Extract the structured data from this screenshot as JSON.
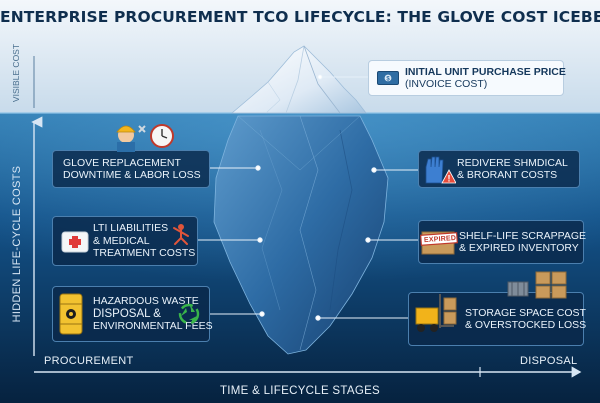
{
  "title": "ENTERPRISE PROCUREMENT TCO LIFECYCLE: THE GLOVE COST ICEBERG",
  "labels": {
    "visible_cost": "VISIBLE COST",
    "hidden_costs": "HIDDEN LIFE-CYCLE COSTS",
    "procurement": "PROCUREMENT",
    "disposal": "DISPOSAL",
    "time_axis": "TIME & LIFECYCLE STAGES"
  },
  "tip": {
    "line1": "INITIAL UNIT PURCHASE PRICE",
    "line2": "(INVOICE COST)"
  },
  "costs": {
    "glove_replacement": [
      "GLOVE REPLACEMENT",
      "DOWNTIME & LABOR LOSS"
    ],
    "redivere": [
      "REDIVERE SHMDICAL",
      "& BRORANT COSTS"
    ],
    "lti": [
      "LTI LIABILITIES",
      "& MEDICAL",
      "TREATMENT COSTS"
    ],
    "shelf_life": [
      "SHELF-LIFE SCRAPPAGE",
      "& EXPIRED INVENTORY"
    ],
    "hazardous": [
      "HAZARDOUS WASTE",
      "DISPOSAL &",
      "ENVIRONMENTAL FEES"
    ],
    "storage": [
      "STORAGE SPACE COST",
      "& OVERSTOCKED LOSS"
    ]
  },
  "badges": {
    "expired": "EXPIRED"
  },
  "colors": {
    "sky_top": "#eef4fa",
    "sky_bottom": "#c6d9ea",
    "water_top": "#2e78ad",
    "water_bottom": "#072748",
    "box_border": "#4b7fae",
    "title": "#0f2e4e"
  }
}
